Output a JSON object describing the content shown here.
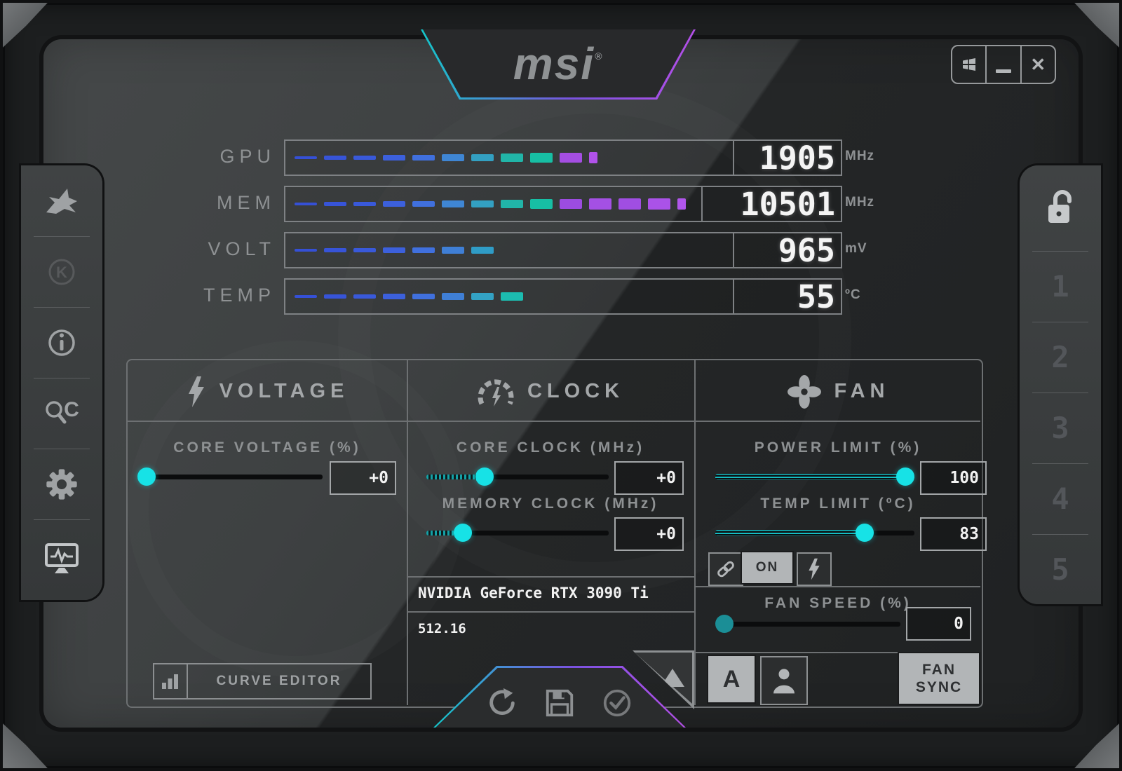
{
  "logo": {
    "text": "msi",
    "reg": "®"
  },
  "window_controls": {
    "close_glyph": "✕"
  },
  "left_sidebar": {
    "items": [
      {
        "id": "kombustor"
      },
      {
        "id": "kombustor-k",
        "glyph": "K"
      },
      {
        "id": "information",
        "glyph": "i"
      },
      {
        "id": "oc-scanner",
        "glyph": "C"
      },
      {
        "id": "settings"
      },
      {
        "id": "hardware-monitor"
      }
    ]
  },
  "right_sidebar": {
    "profiles": [
      "1",
      "2",
      "3",
      "4",
      "5"
    ]
  },
  "gauges": [
    {
      "label": "GPU",
      "value": "1905",
      "unit": "MHz",
      "narrow_last": true,
      "dash_colors": [
        "#3550d6",
        "#3754d8",
        "#3959da",
        "#3c60dc",
        "#4070de",
        "#3f86d4",
        "#33a0c2",
        "#21b5a8",
        "#17bfa4",
        "#a44ee2",
        "#b152ea"
      ]
    },
    {
      "label": "MEM",
      "value": "10501",
      "unit": "MHz",
      "narrow_last": true,
      "dash_colors": [
        "#3550d6",
        "#3754d8",
        "#3959da",
        "#3c60dc",
        "#4070de",
        "#3f86d4",
        "#33a0c2",
        "#21b5a8",
        "#17bfa4",
        "#9c4ce0",
        "#a450e4",
        "#a04ee2",
        "#aa52e8",
        "#b156ec"
      ]
    },
    {
      "label": "VOLT",
      "value": "965",
      "unit": "mV",
      "narrow_last": false,
      "dash_colors": [
        "#3550d6",
        "#3754d8",
        "#3959da",
        "#3c60dc",
        "#4070de",
        "#3f7fd6",
        "#2f9cc6"
      ]
    },
    {
      "label": "TEMP",
      "value": "55",
      "unit": "ºC",
      "narrow_last": false,
      "dash_colors": [
        "#3550d6",
        "#3754d8",
        "#3959da",
        "#3c60dc",
        "#4070de",
        "#3f7fd6",
        "#33a2c4",
        "#1cbcb0"
      ]
    }
  ],
  "panels": {
    "voltage": {
      "title": "VOLTAGE",
      "core_voltage_label": "CORE VOLTAGE (%)",
      "core_voltage_value": "+0",
      "core_voltage_percent": 0,
      "curve_editor_label": "CURVE EDITOR"
    },
    "clock": {
      "title": "CLOCK",
      "core_clock_label": "CORE CLOCK (MHz)",
      "core_clock_value": "+0",
      "core_clock_percent": 32,
      "memory_clock_label": "MEMORY CLOCK (MHz)",
      "memory_clock_value": "+0",
      "memory_clock_percent": 20,
      "gpu_name": "NVIDIA GeForce RTX 3090 Ti",
      "driver_version": "512.16"
    },
    "fan": {
      "title": "FAN",
      "power_limit_label": "POWER LIMIT (%)",
      "power_limit_value": "100",
      "power_limit_percent": 100,
      "temp_limit_label": "TEMP LIMIT (ºC)",
      "temp_limit_value": "83",
      "temp_limit_percent": 75,
      "link_on_label": "ON",
      "fan_speed_label": "FAN SPEED (%)",
      "fan_speed_value": "0",
      "fan_speed_percent": 0,
      "auto_label": "A",
      "fan_sync_label": "FAN SYNC"
    }
  },
  "accent_colors": {
    "teal": "#14c6c9",
    "purple": "#b44fe8",
    "thumb": "#17e2e6"
  }
}
